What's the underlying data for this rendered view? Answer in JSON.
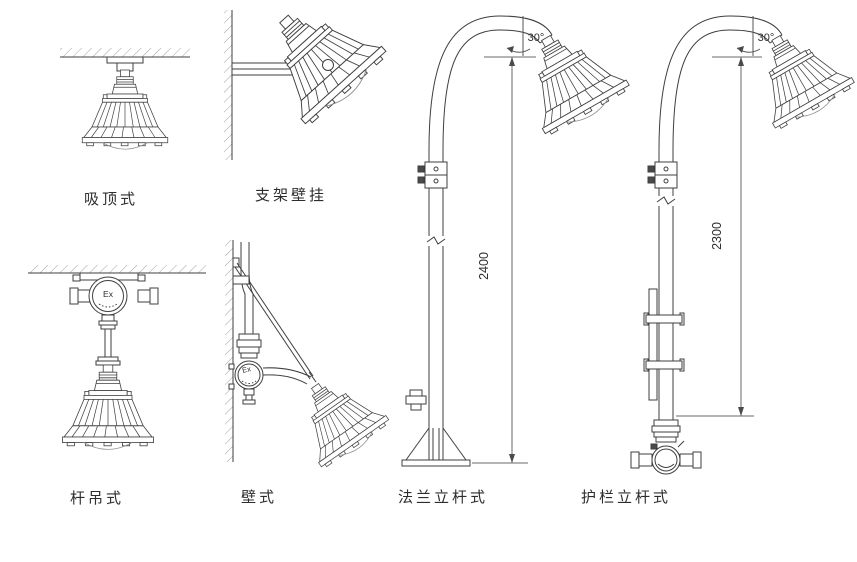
{
  "drawing": {
    "background": "#ffffff",
    "line_color": "#3f3f3f"
  },
  "figures": {
    "ceiling": {
      "label": "吸顶式"
    },
    "bracket_wall": {
      "label": "支架壁挂"
    },
    "pole_hang": {
      "label": "杆吊式",
      "box_marking": "Ex"
    },
    "wall": {
      "label": "壁式",
      "box_marking": "Ex"
    },
    "flange_pole": {
      "label": "法兰立杆式",
      "tilt_angle": "30°",
      "pole_height_mm": "2400"
    },
    "guardrail_pole": {
      "label": "护栏立杆式",
      "tilt_angle": "30°",
      "pole_height_mm": "2300"
    }
  }
}
